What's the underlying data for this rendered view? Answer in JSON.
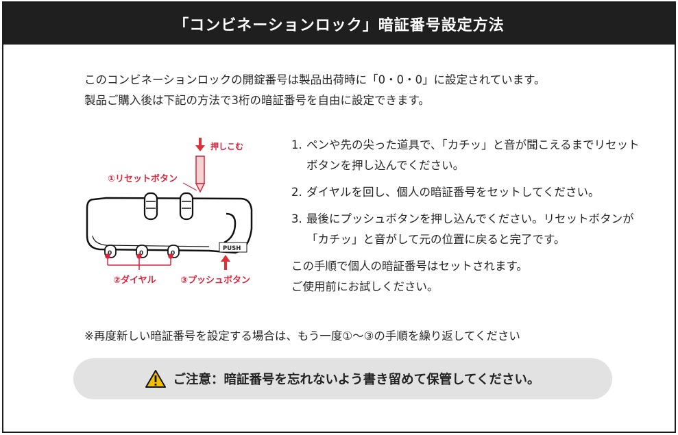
{
  "header": {
    "title": "「コンビネーションロック」暗証番号設定方法"
  },
  "intro": {
    "line1": "このコンビネーションロックの開錠番号は製品出荷時に「0・0・0」に設定されています。",
    "line2": "製品ご購入後は下記の方法で3桁の暗証番号を自由に設定できます。"
  },
  "illustration": {
    "push_in_label": "押しこむ",
    "reset_label": "①リセットボタン",
    "dial_label": "②ダイヤル",
    "push_button_label": "③プッシュボタン",
    "push_text": "PUSH",
    "dial_digit": "0",
    "accent_color": "#d7263d",
    "arrow_color": "#e0303a"
  },
  "steps": [
    {
      "num": "1.",
      "text": "ペンや先の尖った道具で、「カチッ」と音が聞こえるまでリセットボタンを押し込んでください。"
    },
    {
      "num": "2.",
      "text": "ダイヤルを回し、個人の暗証番号をセットしてください。"
    },
    {
      "num": "3.",
      "text": "最後にプッシュボタンを押し込んでください。リセットボタンが「カチッ」と音がして元の位置に戻ると完了です。"
    }
  ],
  "closing": {
    "line1": "この手順で個人の暗証番号はセットされます。",
    "line2": "ご使用前にお試しください。"
  },
  "note": "※再度新しい暗証番号を設定する場合は、もう一度①～③の手順を繰り返してください",
  "caution": {
    "icon": "warning-icon",
    "text": "ご注意：暗証番号を忘れないよう書き留めて保管してください。"
  }
}
